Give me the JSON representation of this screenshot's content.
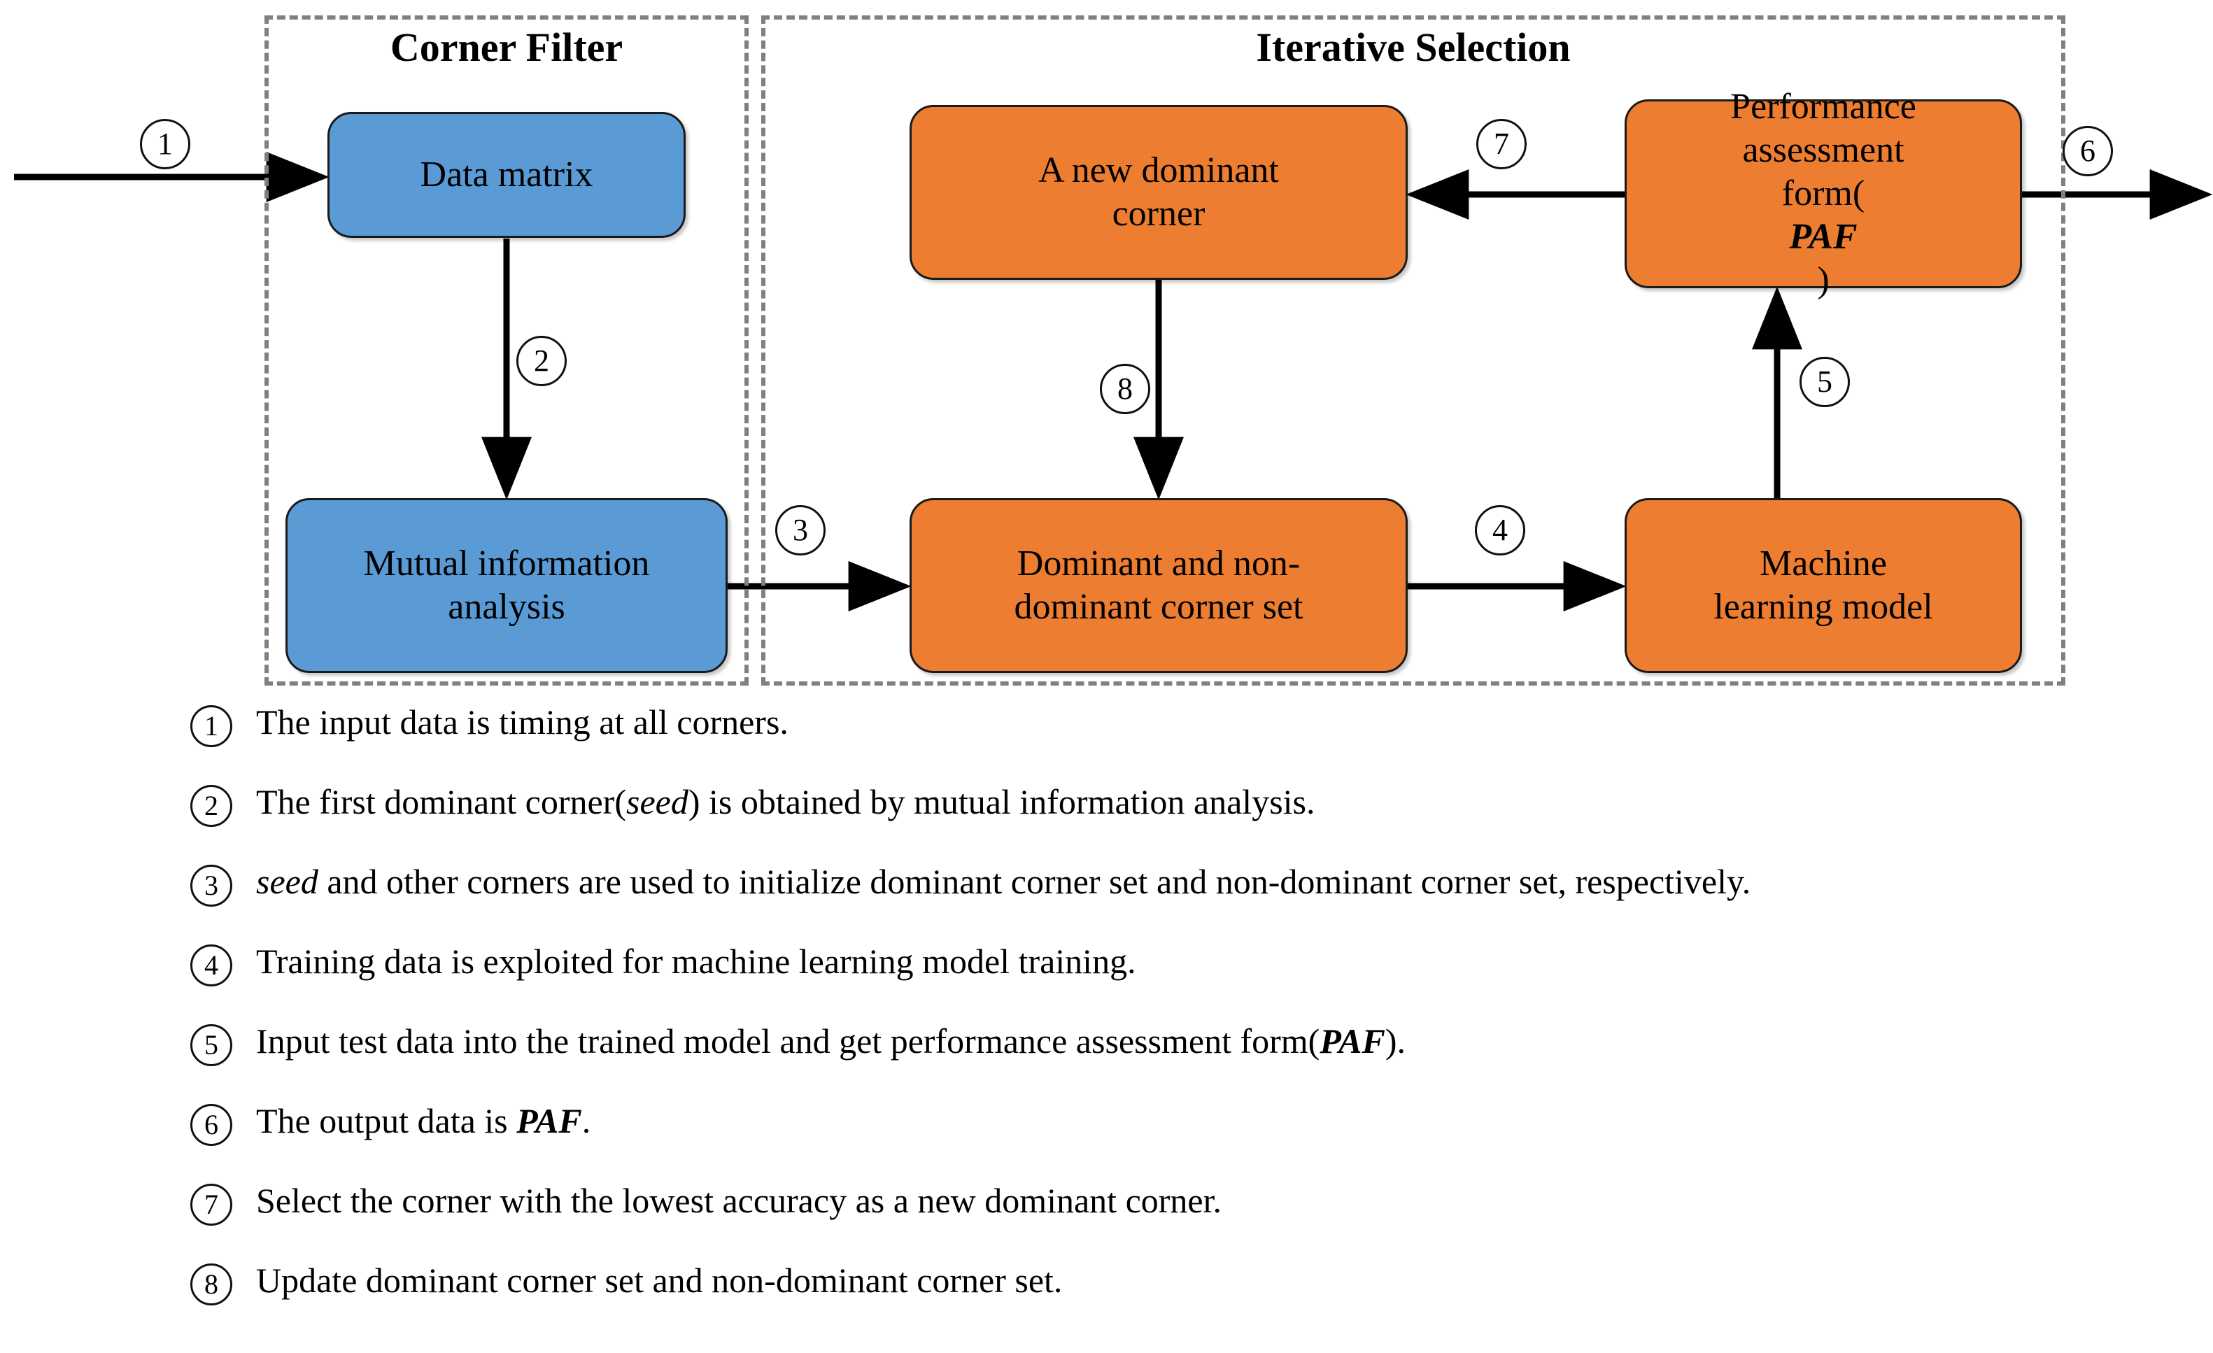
{
  "diagram": {
    "groups": [
      {
        "id": "corner-filter",
        "title": "Corner Filter"
      },
      {
        "id": "iterative-selection",
        "title": "Iterative Selection"
      }
    ],
    "colors": {
      "blue_node": "#5B9BD5",
      "orange_node": "#ED7D31",
      "panel_border": "#808080",
      "arrow": "#000000",
      "text": "#000000",
      "background": "#FFFFFF"
    },
    "nodes": [
      {
        "id": "data-matrix",
        "label": "Data matrix",
        "color": "blue"
      },
      {
        "id": "mutual-info",
        "label_line1": "Mutual information",
        "label_line2": "analysis",
        "color": "blue"
      },
      {
        "id": "new-dominant",
        "label_line1": "A new dominant",
        "label_line2": "corner",
        "color": "orange"
      },
      {
        "id": "corner-set",
        "label_line1": "Dominant and non-",
        "label_line2": "dominant corner set",
        "color": "orange"
      },
      {
        "id": "ml-model",
        "label_line1": "Machine",
        "label_line2": "learning model",
        "color": "orange"
      },
      {
        "id": "paf",
        "label_line1": "Performance",
        "label_line2": "assessment",
        "label_line3_pre": "form(",
        "label_line3_em": "PAF",
        "label_line3_post": ")",
        "color": "orange"
      }
    ],
    "markers": {
      "d1": "1",
      "d2": "2",
      "d3": "3",
      "d4": "4",
      "d5": "5",
      "d6": "6",
      "d7": "7",
      "d8": "8"
    }
  },
  "legend": {
    "items": [
      {
        "num": "1",
        "parts": [
          {
            "t": "The input data is timing at all corners.",
            "s": "normal"
          }
        ]
      },
      {
        "num": "2",
        "parts": [
          {
            "t": "The first dominant corner(",
            "s": "normal"
          },
          {
            "t": "seed",
            "s": "italic"
          },
          {
            "t": ") is obtained by mutual information analysis.",
            "s": "normal"
          }
        ]
      },
      {
        "num": "3",
        "parts": [
          {
            "t": "seed",
            "s": "italic"
          },
          {
            "t": " and other corners are used to initialize dominant corner set and non-dominant corner set, respectively.",
            "s": "normal"
          }
        ]
      },
      {
        "num": "4",
        "parts": [
          {
            "t": "Training data is exploited for machine learning model training.",
            "s": "normal"
          }
        ]
      },
      {
        "num": "5",
        "parts": [
          {
            "t": "Input test data into the trained model and get performance assessment form(",
            "s": "normal"
          },
          {
            "t": "PAF",
            "s": "bolditalic"
          },
          {
            "t": ").",
            "s": "normal"
          }
        ]
      },
      {
        "num": "6",
        "parts": [
          {
            "t": "The output data is ",
            "s": "normal"
          },
          {
            "t": "PAF",
            "s": "bolditalic"
          },
          {
            "t": ".",
            "s": "normal"
          }
        ]
      },
      {
        "num": "7",
        "parts": [
          {
            "t": "Select the corner with the lowest accuracy as a new dominant corner.",
            "s": "normal"
          }
        ]
      },
      {
        "num": "8",
        "parts": [
          {
            "t": "Update dominant corner set and non-dominant corner set.",
            "s": "normal"
          }
        ]
      }
    ]
  }
}
